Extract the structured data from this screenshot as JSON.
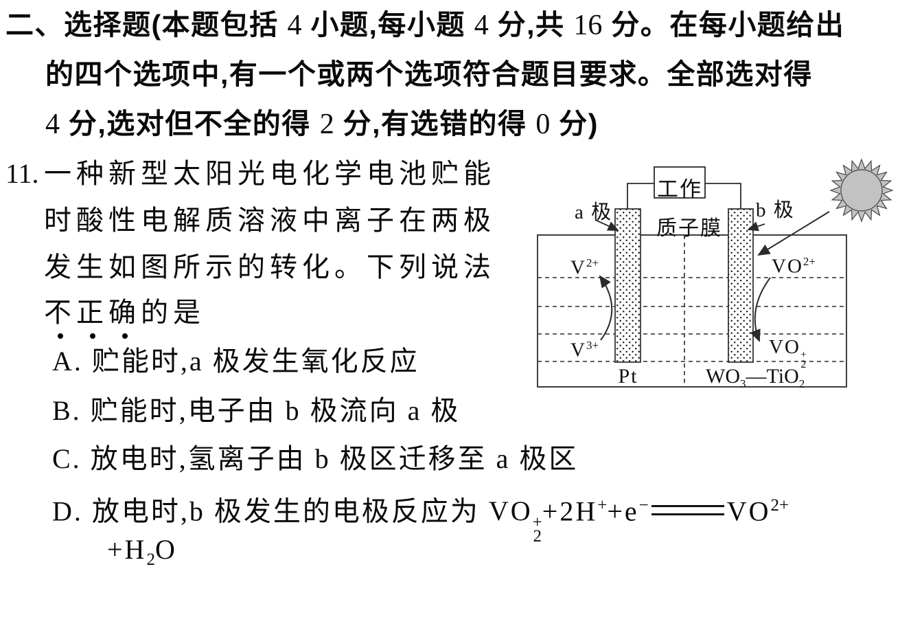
{
  "colors": {
    "text": "#0a0a0a",
    "diagram_line": "#2a2a2a",
    "sun_fill": "#c2c2c2"
  },
  "header": {
    "line1": [
      "二、选择题(本题包括 ",
      "4",
      " 小题,每小题 ",
      "4",
      " 分,共 ",
      "16",
      " 分。在每小题给出"
    ],
    "line2": "的四个选项中,有一个或两个选项符合题目要求。全部选对得",
    "line3": [
      "4",
      " 分,选对但不全的得 ",
      "2",
      " 分,有选错的得 ",
      "0",
      " 分)"
    ]
  },
  "question": {
    "number": "11.",
    "line1": "一种新型太阳光电化学电池贮能",
    "line2": "时酸性电解质溶液中离子在两极",
    "line3": "发生如图所示的转化。下列说法",
    "emphasis": [
      "不",
      "正",
      "确"
    ],
    "line4_rest": "的是"
  },
  "options": {
    "A": "A. 贮能时,a 极发生氧化反应",
    "B": "B. 贮能时,电子由 b 极流向 a 极",
    "C": "C. 放电时,氢离子由 b 极区迁移至 a 极区",
    "D_prefix": "D. 放电时,b 极发生的电极反应为 ",
    "D_eq": {
      "s1": "VO",
      "s1_sub": "2",
      "s1_sup": "+",
      "t1": "+2H",
      "t1_sup": "+",
      "t2": "+e",
      "t2_sup": "−",
      "s2": "VO",
      "s2_sup": "2+"
    },
    "D_line2": {
      "a": "+H",
      "sub": "2",
      "b": "O"
    }
  },
  "diagram": {
    "work_label": "工作",
    "membrane_label": "质子膜",
    "electrode_a_label": "a 极",
    "electrode_b_label": "b 极",
    "left_ion_top": {
      "base": "V",
      "sup": "2+"
    },
    "left_ion_bottom": {
      "base": "V",
      "sup": "3+"
    },
    "right_ion_top": {
      "base": "VO",
      "sup": "2+"
    },
    "right_ion_bottom": {
      "base": "VO",
      "sub": "2",
      "sup": "+"
    },
    "left_electrode_material": "Pt",
    "right_electrode_material": {
      "a": "WO",
      "a_sub": "3",
      "b": "—TiO",
      "b_sub": "2"
    }
  }
}
